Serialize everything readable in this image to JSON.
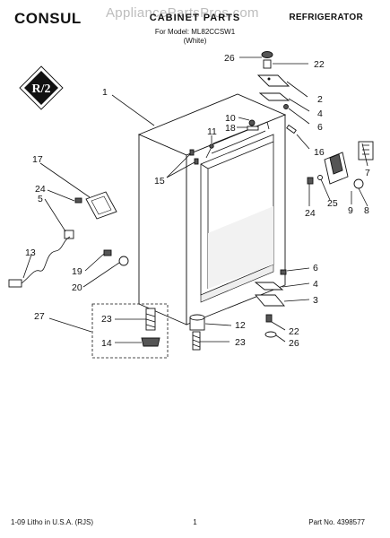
{
  "header": {
    "brand": "CONSUL",
    "watermark": "AppliancePartsPros.com",
    "title": "CABINET PARTS",
    "model_line": "For Model: ML82CCSW1",
    "color_line": "(White)",
    "category": "REFRIGERATOR"
  },
  "badge": {
    "text": "R/2",
    "icon": "refrigerant-r12-badge-icon"
  },
  "callouts": [
    {
      "id": "26-top",
      "label": "26"
    },
    {
      "id": "22-top",
      "label": "22"
    },
    {
      "id": "1",
      "label": "1"
    },
    {
      "id": "2",
      "label": "2"
    },
    {
      "id": "4-top",
      "label": "4"
    },
    {
      "id": "6-top",
      "label": "6"
    },
    {
      "id": "10",
      "label": "10"
    },
    {
      "id": "18",
      "label": "18"
    },
    {
      "id": "11",
      "label": "11"
    },
    {
      "id": "16",
      "label": "16"
    },
    {
      "id": "17",
      "label": "17"
    },
    {
      "id": "7",
      "label": "7"
    },
    {
      "id": "15",
      "label": "15"
    },
    {
      "id": "24-left",
      "label": "24"
    },
    {
      "id": "24-right",
      "label": "24"
    },
    {
      "id": "25",
      "label": "25"
    },
    {
      "id": "9",
      "label": "9"
    },
    {
      "id": "8",
      "label": "8"
    },
    {
      "id": "5",
      "label": "5"
    },
    {
      "id": "13",
      "label": "13"
    },
    {
      "id": "19",
      "label": "19"
    },
    {
      "id": "20",
      "label": "20"
    },
    {
      "id": "6-bottom",
      "label": "6"
    },
    {
      "id": "4-bottom",
      "label": "4"
    },
    {
      "id": "3",
      "label": "3"
    },
    {
      "id": "27",
      "label": "27"
    },
    {
      "id": "23-left",
      "label": "23"
    },
    {
      "id": "12",
      "label": "12"
    },
    {
      "id": "22-bottom",
      "label": "22"
    },
    {
      "id": "26-bottom",
      "label": "26"
    },
    {
      "id": "14",
      "label": "14"
    },
    {
      "id": "23-right",
      "label": "23"
    }
  ],
  "footer": {
    "print_info": "1-09 Litho in U.S.A. (RJS)",
    "page": "1",
    "part_number": "Part No. 4398577"
  }
}
